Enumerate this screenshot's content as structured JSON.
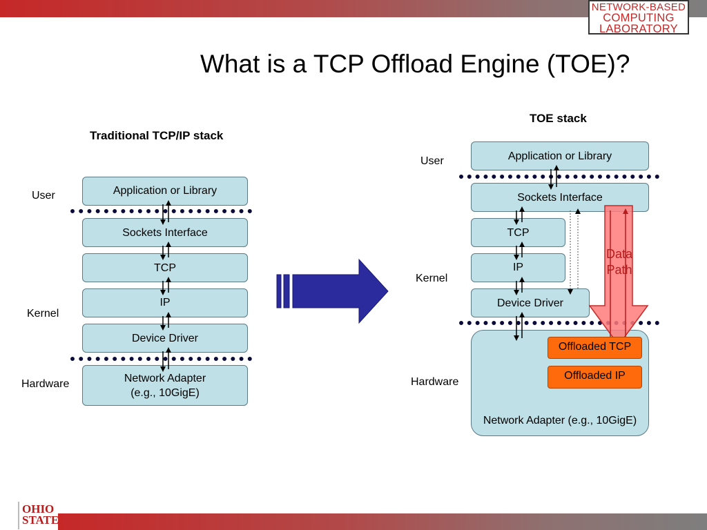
{
  "branding": {
    "lab_line1": "NETWORK-BASED",
    "lab_line2": "COMPUTING",
    "lab_line3": "LABORATORY",
    "osu_line1": "OHIO",
    "osu_line2": "STATE"
  },
  "title": "What is a TCP Offload Engine (TOE)?",
  "traditional": {
    "heading": "Traditional TCP/IP stack",
    "layers": {
      "user": "User",
      "kernel": "Kernel",
      "hardware": "Hardware"
    },
    "boxes": {
      "app": "Application or Library",
      "sockets": "Sockets Interface",
      "tcp": "TCP",
      "ip": "IP",
      "driver": "Device Driver",
      "adapter_line1": "Network Adapter",
      "adapter_line2": "(e.g., 10GigE)"
    }
  },
  "toe": {
    "heading": "TOE stack",
    "layers": {
      "user": "User",
      "kernel": "Kernel",
      "hardware": "Hardware"
    },
    "boxes": {
      "app": "Application or Library",
      "sockets": "Sockets Interface",
      "tcp": "TCP",
      "ip": "IP",
      "driver": "Device Driver",
      "offloaded_tcp": "Offloaded TCP",
      "offloaded_ip": "Offloaded IP",
      "adapter": "Network Adapter (e.g., 10GigE)"
    },
    "data_path_line1": "Data",
    "data_path_line2": "Path"
  },
  "colors": {
    "box_fill": "#bfe0e6",
    "offload_fill": "#ff6a0d",
    "transition_arrow": "#2b2b9e",
    "data_path_arrow": "#ff7b7b",
    "boundary_line": "#0b0b3b"
  },
  "icons": {
    "transition": "right-arrow-icon",
    "data_path": "down-arrow-icon"
  }
}
